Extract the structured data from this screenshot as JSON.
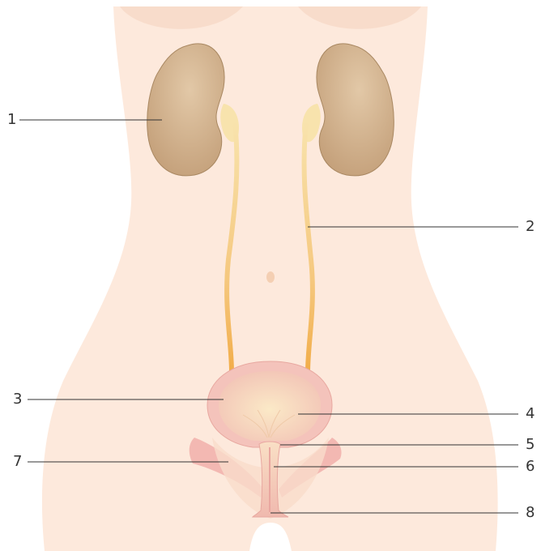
{
  "callouts": [
    {
      "label": "1",
      "part": "kidney"
    },
    {
      "label": "2",
      "part": "ureter"
    },
    {
      "label": "3",
      "part": "bladder-wall"
    },
    {
      "label": "4",
      "part": "ureter-opening"
    },
    {
      "label": "5",
      "part": "bladder-neck"
    },
    {
      "label": "6",
      "part": "urethra"
    },
    {
      "label": "7",
      "part": "pelvic-floor-muscle"
    },
    {
      "label": "8",
      "part": "urethral-opening"
    }
  ],
  "colors": {
    "skin": "#fde9dc",
    "skin_shadow": "#f7d9c6",
    "kidney": "#c9a67e",
    "kidney_edge": "#a88660",
    "ureter_top": "#f6dc9c",
    "ureter_bottom": "#f2a33a",
    "bladder_outer": "#f4c2bb",
    "bladder_inner": "#f7dcc7",
    "muscle": "#f1b0ad",
    "leader_line": "#333333"
  }
}
